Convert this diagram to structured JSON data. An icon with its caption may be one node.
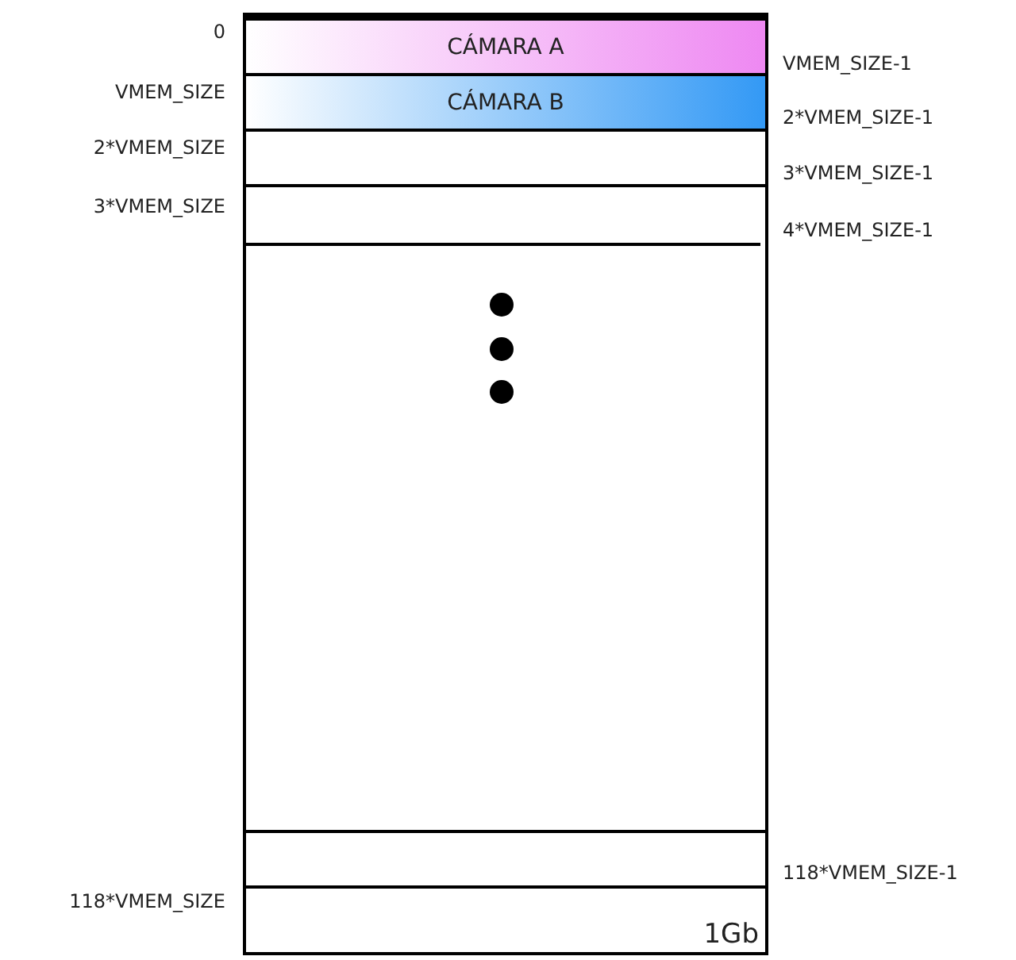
{
  "diagram": {
    "nodes": [
      {
        "text": [],
        "shape": "box"
      },
      {
        "text": [
          "CÁMARA A"
        ],
        "in": 0
      },
      {
        "text": [
          "CÁMARA B"
        ],
        "in": 0
      },
      {
        "text": [],
        "shape": "box",
        "in": 0
      },
      {
        "text": [],
        "shape": "box",
        "in": 0
      },
      {
        "text": [],
        "shape": "box",
        "in": 0
      },
      {
        "text": [
          "1Gb"
        ],
        "in": 0
      }
    ],
    "labels": [
      "0",
      "VMEM_SIZE-1",
      "VMEM_SIZE",
      "2*VMEM_SIZE-1",
      "2*VMEM_SIZE",
      "3*VMEM_SIZE-1",
      "3*VMEM_SIZE",
      "4*VMEM_SIZE-1",
      "118*VMEM_SIZE-1",
      "118*VMEM_SIZE"
    ]
  }
}
